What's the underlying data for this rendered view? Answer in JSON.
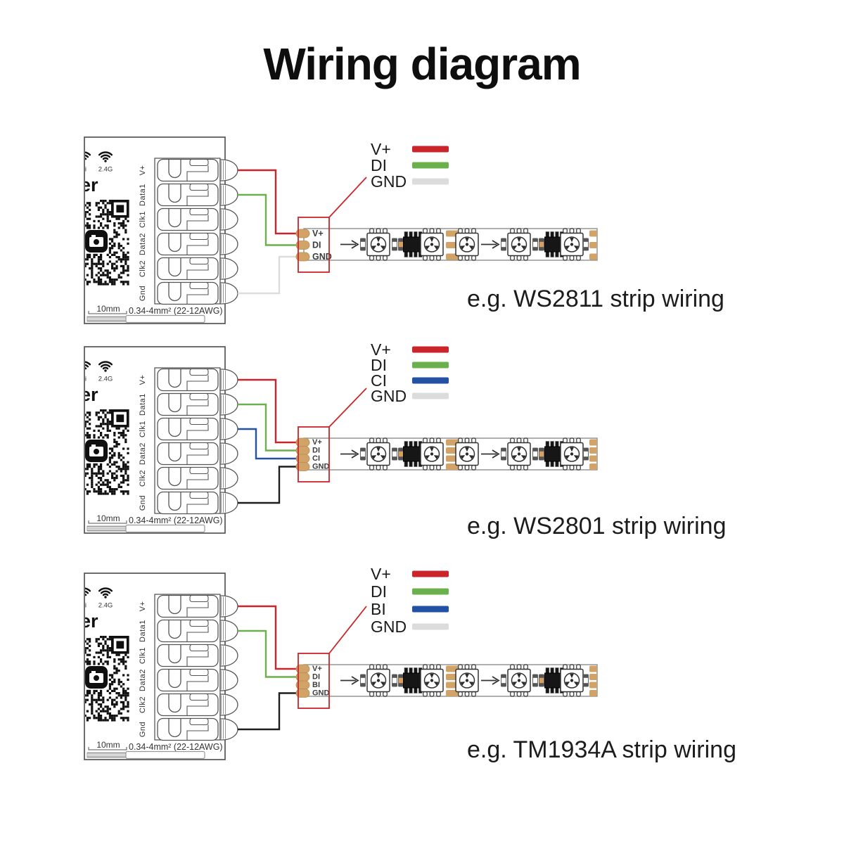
{
  "title": "Wiring diagram",
  "controller": {
    "wifi_left_label": "Fi",
    "wifi_right_label": "2.4G",
    "product_name_fragment": "er",
    "terminal_labels": [
      "V+",
      "Data1",
      "Clk1",
      "Data2",
      "Clk2",
      "Gnd"
    ],
    "scale_label": "10mm",
    "wire_gauge_label": "0.34-4mm² (22-12AWG)"
  },
  "colors": {
    "red": "#c9252b",
    "green": "#6ab04c",
    "blue": "#2351a4",
    "gray": "#dcdcdc",
    "black": "#1d1d1d",
    "tan": "#d1a368",
    "outline": "#4a4a4a"
  },
  "sections": [
    {
      "id": "ws2811",
      "caption": "e.g. WS2811 strip wiring",
      "legend": [
        {
          "label": "V+",
          "color_key": "red"
        },
        {
          "label": "DI",
          "color_key": "green"
        },
        {
          "label": "GND",
          "color_key": "gray"
        }
      ],
      "strip_pads": [
        "V+",
        "DI",
        "GND"
      ],
      "wires": [
        {
          "terminal": 0,
          "pad": 0,
          "color_key": "red"
        },
        {
          "terminal": 1,
          "pad": 1,
          "color_key": "green"
        },
        {
          "terminal": 5,
          "pad": 2,
          "color_key": "gray"
        }
      ]
    },
    {
      "id": "ws2801",
      "caption": "e.g. WS2801 strip wiring",
      "legend": [
        {
          "label": "V+",
          "color_key": "red"
        },
        {
          "label": "DI",
          "color_key": "green"
        },
        {
          "label": "CI",
          "color_key": "blue"
        },
        {
          "label": "GND",
          "color_key": "gray"
        }
      ],
      "strip_pads": [
        "V+",
        "DI",
        "CI",
        "GND"
      ],
      "wires": [
        {
          "terminal": 0,
          "pad": 0,
          "color_key": "red"
        },
        {
          "terminal": 1,
          "pad": 1,
          "color_key": "green"
        },
        {
          "terminal": 2,
          "pad": 2,
          "color_key": "blue"
        },
        {
          "terminal": 5,
          "pad": 3,
          "color_key": "black"
        }
      ]
    },
    {
      "id": "tm1934a",
      "caption": "e.g. TM1934A strip wiring",
      "legend": [
        {
          "label": "V+",
          "color_key": "red"
        },
        {
          "label": "DI",
          "color_key": "green"
        },
        {
          "label": "BI",
          "color_key": "blue"
        },
        {
          "label": "GND",
          "color_key": "gray"
        }
      ],
      "strip_pads": [
        "V+",
        "DI",
        "BI",
        "GND"
      ],
      "wires": [
        {
          "terminal": 0,
          "pad": 0,
          "color_key": "red"
        },
        {
          "terminal": 1,
          "pad": 1,
          "color_key": "green"
        },
        {
          "terminal": 5,
          "pad": 3,
          "color_key": "black"
        }
      ]
    }
  ]
}
